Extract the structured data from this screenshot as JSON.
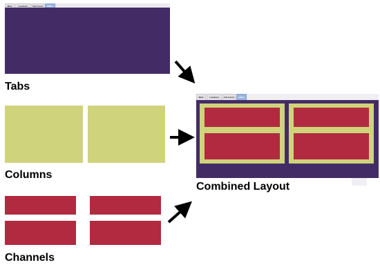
{
  "tabs_panel": {
    "label": "Tabs",
    "tabs": [
      "Main",
      "Locations",
      "File Count",
      "Office"
    ]
  },
  "columns_panel": {
    "label": "Columns"
  },
  "channels_panel": {
    "label": "Channels"
  },
  "combined_panel": {
    "label": "Combined Layout",
    "tabs": [
      "Main",
      "Locations",
      "File Count",
      "Office"
    ]
  },
  "colors": {
    "tab_body": "#432c66",
    "column": "#cfd37b",
    "channel": "#b12a40",
    "active_tab": "#9ab4dc"
  }
}
